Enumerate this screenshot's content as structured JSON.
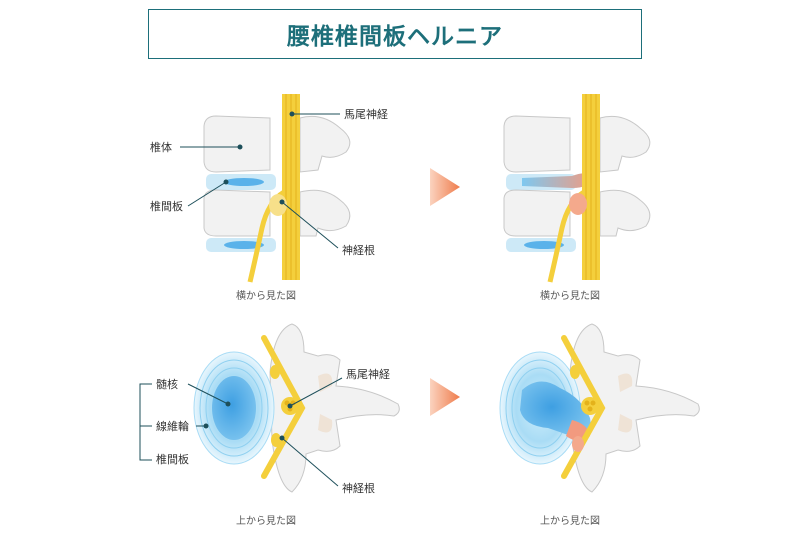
{
  "title": "腰椎椎間板ヘルニア",
  "labels": {
    "cauda_equina": "馬尾神経",
    "vertebral_body": "椎体",
    "disc": "椎間板",
    "nerve_root": "神経根",
    "nucleus": "髄核",
    "annulus": "線維輪"
  },
  "captions": {
    "side_view": "横から見た図",
    "top_view": "上から見た図"
  },
  "colors": {
    "accent": "#1d6f7a",
    "bone": "#f2f2f2",
    "bone_outline": "#c8c8c8",
    "disc": "#bfe4f7",
    "nucleus": "#4aa9e6",
    "nerve": "#f4cf3c",
    "arrow": "#f08a5d",
    "herniation": "#f3a48a"
  }
}
